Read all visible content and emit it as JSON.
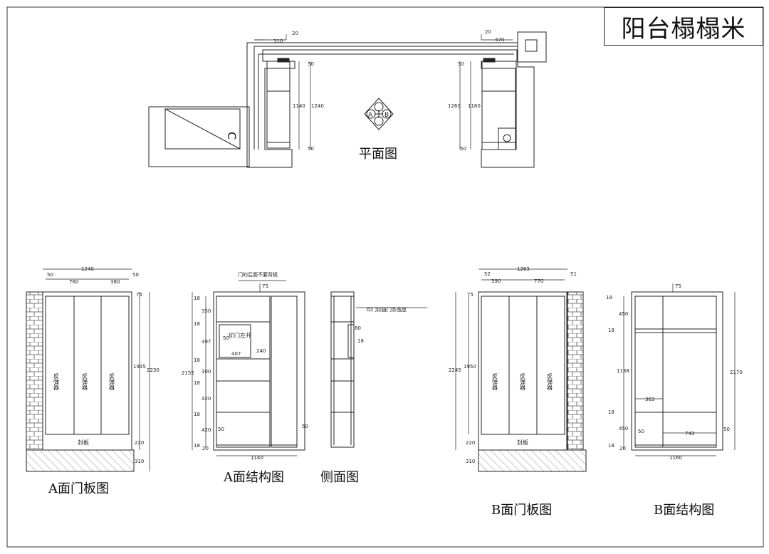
{
  "title": "阳台榻榻米",
  "captions": {
    "plan": "平面图",
    "a_door": "A面门板图",
    "a_struct": "A面结构图",
    "side": "侧面图",
    "b_door": "B面门板图",
    "b_struct": "B面结构图"
  },
  "plan": {
    "view_marks": [
      "A",
      "B"
    ],
    "c_mark": "C",
    "dims": {
      "top_left_310": "310",
      "top_left_20": "20",
      "top_right_470": "470",
      "top_right_20": "20",
      "left_50_top": "50",
      "left_50_bot": "50",
      "left_1140": "1140",
      "left_1240": "1240",
      "right_50_top": "50",
      "right_50_bot": "50",
      "right_1260": "1260",
      "right_1160": "1160"
    }
  },
  "a_door": {
    "dims": {
      "total_width": "1240",
      "left_50": "50",
      "w760": "760",
      "w380": "380",
      "right_50": "50",
      "h75": "75",
      "h1935": "1935",
      "h2230": "2230",
      "h220": "220",
      "h310": "310"
    },
    "panel_text": "反弹器",
    "base_text": "封板"
  },
  "a_struct": {
    "note_top": "门的后面不要背板",
    "note_door": "印门左开",
    "dims": {
      "t75": "75",
      "h18a": "18",
      "h350": "350",
      "h18b": "18",
      "h497": "497",
      "h18c": "18",
      "h300": "300",
      "h18d": "18",
      "h420a": "420",
      "h18e": "18",
      "h420b": "420",
      "h18f": "18",
      "h2155": "2155",
      "w50": "50",
      "w407": "407",
      "w240": "240",
      "b50a": "50",
      "b50b": "50",
      "w1140": "1140",
      "h20": "20"
    }
  },
  "side": {
    "note": "印门铰链门条宽度",
    "dims": {
      "d80": "80",
      "d18": "18"
    }
  },
  "b_door": {
    "dims": {
      "total_width": "1263",
      "left_52": "52",
      "w390": "390",
      "w770": "770",
      "right_51": "51",
      "h75": "75",
      "h2245": "2245",
      "h1950": "1950",
      "h220": "220",
      "h310": "310"
    },
    "panel_text": "反弹器",
    "base_text": "封板"
  },
  "b_struct": {
    "dims": {
      "t75": "75",
      "h18a": "18",
      "h450a": "450",
      "h18b": "18",
      "h1138": "1138",
      "h18c": "18",
      "h450b": "450",
      "h18d": "18",
      "h2170": "2170",
      "w363": "363",
      "w743": "743",
      "b50a": "50",
      "b50b": "50",
      "w1160": "1160",
      "h20": "20"
    }
  }
}
